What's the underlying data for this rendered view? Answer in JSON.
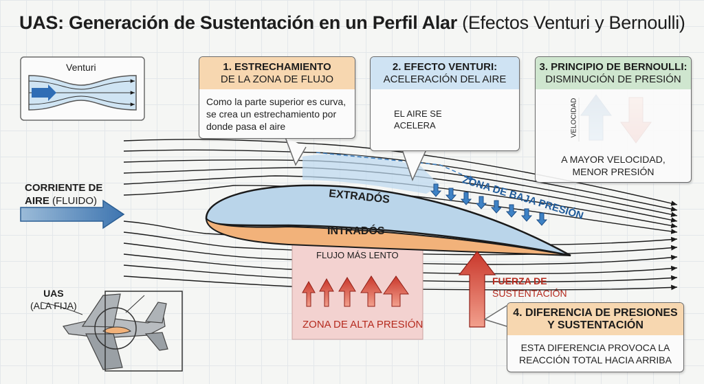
{
  "title": {
    "main": "UAS: Generación de Sustentación en un Perfil Alar",
    "sub": "(Efectos Venturi y Bernoulli)"
  },
  "venturi_inset": {
    "label": "Venturi"
  },
  "box1": {
    "heading": "1. ESTRECHAMIENTO",
    "subheading": "DE LA ZONA DE FLUJO",
    "text": [
      "Como la parte superior es curva,",
      "se crea un estrechamiento por",
      "donde pasa el aire"
    ]
  },
  "box2": {
    "heading": "2. EFECTO VENTURI:",
    "subheading": "ACELERACIÓN DEL AIRE",
    "arrow_label": [
      "EL AIRE SE",
      "ACELERA"
    ]
  },
  "box3": {
    "heading": "3. PRINCIPIO DE BERNOULLI:",
    "subheading": "DISMINUCIÓN DE PRESIÓN",
    "axis_label": "VELOCIDAD",
    "text": [
      "A MAYOR VELOCIDAD,",
      "MENOR PRESIÓN"
    ]
  },
  "box4": {
    "heading": [
      "4. DIFERENCIA DE PRESIONES",
      "Y SUSTENTACIÓN"
    ],
    "text": [
      "ESTA DIFERENCIA PROVOCA LA",
      "REACCIÓN TOTAL HACIA ARRIBA"
    ]
  },
  "airflow": {
    "label_bold": "CORRIENTE DE",
    "label_bold2": "AIRE",
    "label_normal": "(FLUIDO)"
  },
  "wing": {
    "upper": "EXTRADÓS",
    "lower": "INTRADÓS",
    "low_pressure_zone": "ZONA DE BAJA PRESIÓN",
    "slower_flow": "FLUJO MÁS LENTO",
    "high_pressure_zone": "ZONA DE ALTA PRESIÓN",
    "lift": [
      "FUERZA DE",
      "SUSTENTACIÓN"
    ]
  },
  "uas": {
    "name": "UAS",
    "type": "(ALA FIJA)"
  },
  "colors": {
    "blue_arrow": "#2f6db5",
    "light_blue": "#c7dff0",
    "red": "#d9432f",
    "orange_fill": "#f2b27a",
    "orange_header": "#f7d7b0",
    "blue_header": "#cfe3f3",
    "green_header": "#cfe6cf",
    "pink_zone": "#f3d2d0",
    "dark_red_text": "#b52a1e",
    "dark_blue_text": "#1f5b9a"
  }
}
